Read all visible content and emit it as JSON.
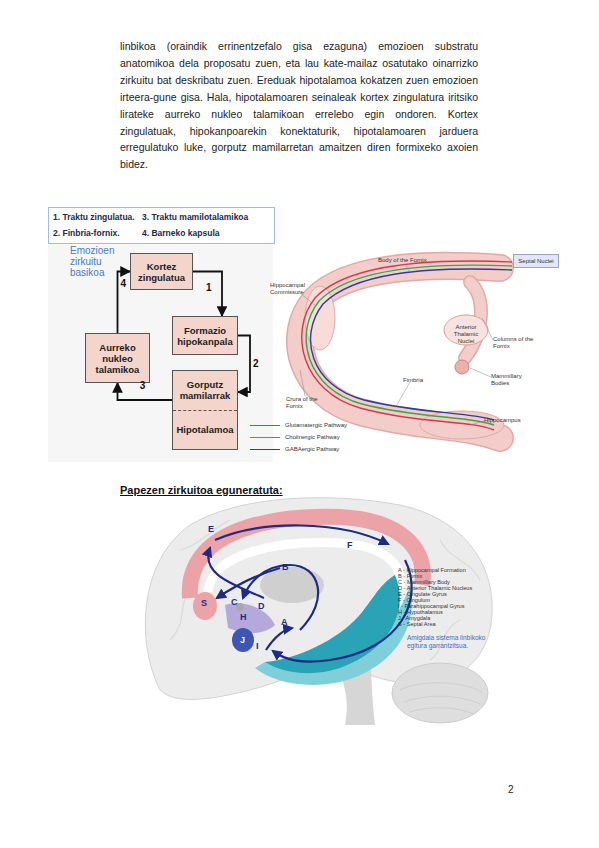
{
  "diagram": {
    "nodes": [
      {
        "text": [
          "Kortez zingulatua"
        ]
      },
      {
        "text": [
          "Formazio hipokanpala"
        ]
      },
      {
        "text": [
          "Gorputz mamilarrak",
          "Hipotalamoa"
        ]
      },
      {
        "text": [
          "Aurreko nukleo talamikoa"
        ]
      },
      {
        "text": [
          "Septal Nuclei"
        ]
      }
    ],
    "edges": [
      {
        "from": 0,
        "to": 1,
        "label": "1",
        "arrow": "to"
      },
      {
        "from": 1,
        "to": 2,
        "label": "2",
        "arrow": "to"
      },
      {
        "from": 2,
        "to": 3,
        "label": "3",
        "arrow": "to"
      },
      {
        "from": 3,
        "to": 0,
        "label": "4",
        "arrow": "to"
      }
    ],
    "labels": [
      "linbikoa (oraindik errinentzefalo gisa ezaguna) emozioen substratu anatomikoa dela proposatu zuen, eta lau kate-mailaz osatutako oinarrizko zirkuitu bat deskribatu zuen. Ereduak hipotalamoa kokatzen zuen emozioen irteera-gune gisa. Hala, hipotalamoaren seinaleak kortex zingulatura iritsiko lirateke aurreko nukleo talamikoan errelebo egin ondoren. Kortex zingulatuak, hipokanpoarekin konektaturik, hipotalamoaren jarduera erregulatuko luke, gorputz mamilarretan amaitzen diren formixeko axoien bidez.",
      "1. Traktu zingulatua.",
      "3. Traktu mamilotalamikoa",
      "2. Finbria-fornix.",
      "4. Barneko kapsula",
      "Emozioen zirkuitu basikoa",
      "Body of the Fornix",
      "Hippocampal Commissure",
      "Anterior Thalamic Nuclei",
      "Columns of the Fornix",
      "Mammillary Bodies",
      "Crura of the Fornix",
      "Fimbria",
      "Hippocampus",
      "Papezen zirkuitoa eguneratuta:",
      "E",
      "F",
      "B",
      "S",
      "C",
      "D",
      "H",
      "J",
      "A",
      "I",
      "A - Hippocampal Formation",
      "B - Fornix",
      "C - Mammillary Body",
      "D - Anterior Thalamic Nucleus",
      "E - Cingulate Gyrus",
      "F - Cingulum",
      "I - Parahippocampal Gyrus",
      "H - Hypothalamus",
      "J - Amygdala",
      "S - Septal Area",
      "Amigdala sistema linbikoko egitura garrantzitsua.",
      "2"
    ],
    "legend": [
      {
        "text": "Glutamatergic Pathway"
      },
      {
        "text": "Cholinergic Pathway"
      },
      {
        "text": "GABAergic Pathway"
      }
    ]
  }
}
